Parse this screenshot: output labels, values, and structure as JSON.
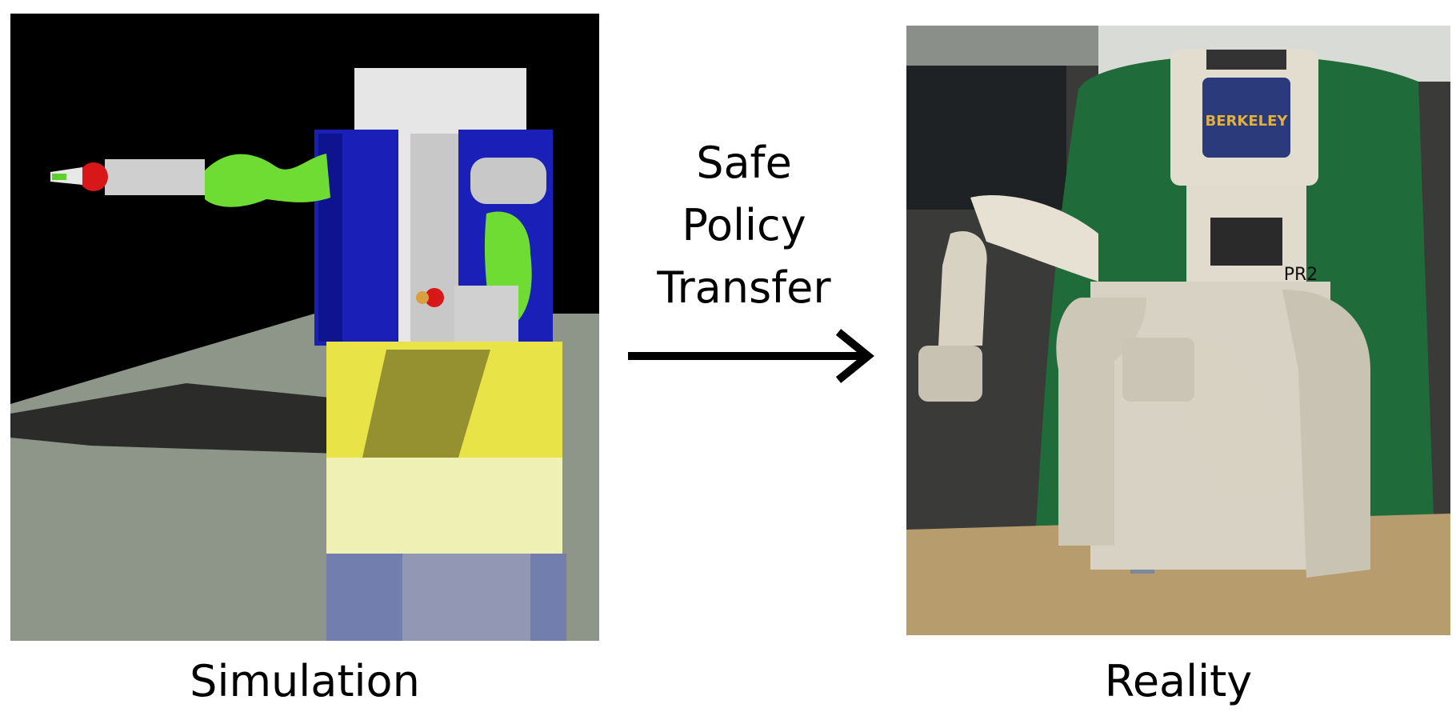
{
  "left_panel": {
    "caption": "Simulation"
  },
  "right_panel": {
    "caption": "Reality",
    "robot_badge": "PR2",
    "head_logo": "BERKELEY"
  },
  "transfer": {
    "lines": [
      "Safe",
      "Policy",
      "Transfer"
    ]
  },
  "colors": {
    "sim_background": "#000000",
    "sim_floor": "#8e9589",
    "robot_torso_blue": "#1a1fb8",
    "robot_arm_green": "#6fdc34",
    "table_yellow": "#e8e448",
    "gripper_red": "#d81818",
    "arrow": "#000000"
  }
}
